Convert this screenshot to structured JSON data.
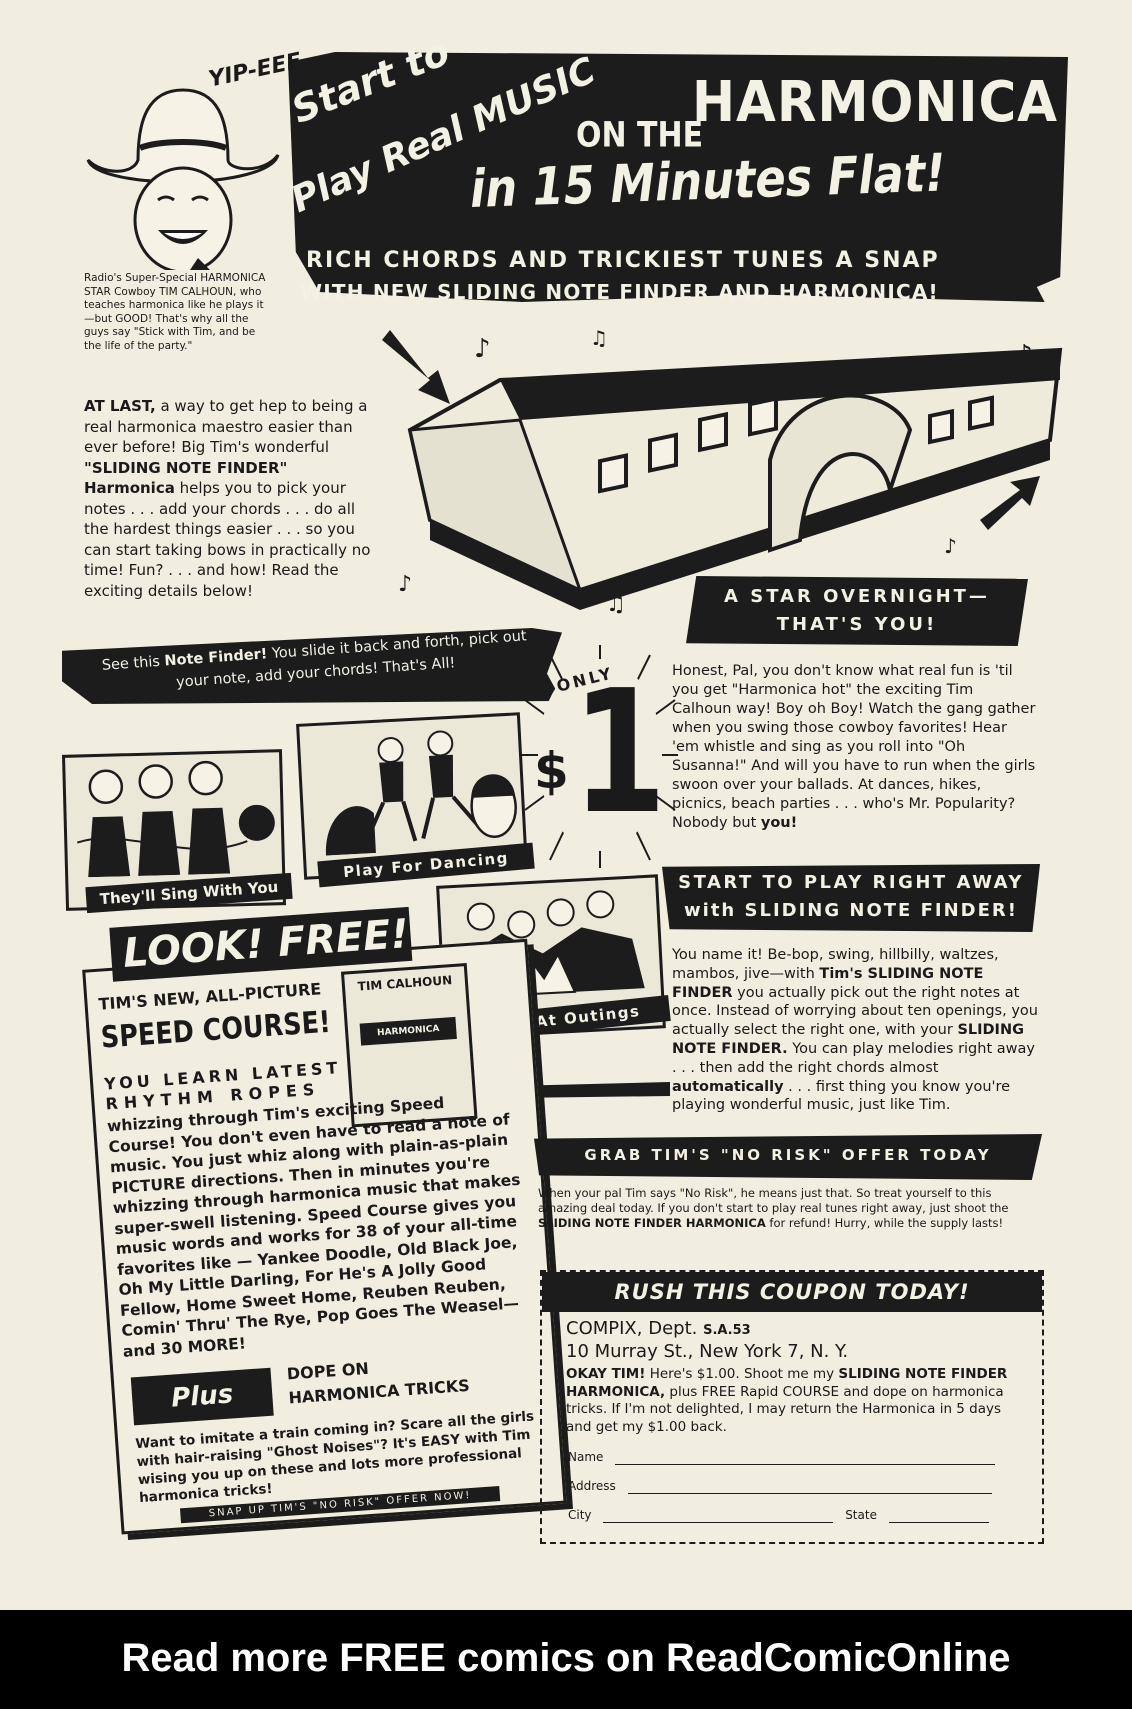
{
  "header": {
    "yip": "YIP-EEE",
    "start_to": "Start to",
    "play_real_music": "Play Real MUSIC",
    "on_the": "ON THE",
    "harmonica": "HARMONICA",
    "in_15": "in 15 Minutes Flat!",
    "sub1": "RICH CHORDS AND TRICKIEST TUNES A SNAP",
    "sub2": "WITH NEW SLIDING NOTE FINDER AND HARMONICA!"
  },
  "cowboy_caption": "Radio's Super-Special HARMONICA STAR Cowboy TIM CALHOUN, who teaches harmonica like he plays it—but GOOD! That's why all the guys say \"Stick with Tim, and be the life of the party.\"",
  "intro": {
    "lead": "AT LAST,",
    "t1": " a way to get hep to being a real harmonica maestro easier than ever before! Big Tim's wonderful ",
    "product": "\"SLIDING NOTE FINDER\" Harmonica",
    "t2": " helps you to pick your notes . . . add your chords . . . do all the hardest things easier . . . so you can start taking bows in practically no time! Fun? . . . and how! Read the exciting details below!"
  },
  "note_finder_banner": {
    "pre": "See this ",
    "bold": "Note Finder!",
    "post": " You slide it back and forth, pick out your note, add your chords! That's All!"
  },
  "price": {
    "only": "ONLY",
    "currency": "$",
    "amount": "1"
  },
  "star_overnight": {
    "title1": "A STAR OVERNIGHT—",
    "title2": "THAT'S YOU!",
    "body": "Honest, Pal, you don't know what real fun is 'til you get \"Harmonica hot\" the exciting Tim Calhoun way! Boy oh Boy! Watch the gang gather when you swing those cowboy favorites! Hear 'em whistle and sing as you roll into \"Oh Susanna!\" And will you have to run when the girls swoon over your ballads. At dances, hikes, picnics, beach parties . . . who's Mr. Popularity? Nobody but ",
    "body_bold": "you!"
  },
  "panels": {
    "sing": "They'll Sing With You",
    "dance": "Play For Dancing",
    "outings": "Star At Outings"
  },
  "start_right_away": {
    "title1": "START TO PLAY RIGHT AWAY",
    "title2": "with SLIDING NOTE FINDER!",
    "b1": "You name it! Be-bop, swing, hillbilly, waltzes, mambos, jive—with ",
    "b1_bold": "Tim's SLIDING NOTE FINDER",
    "b2": " you actually pick out the right notes at once. Instead of worrying about ten openings, you actually select the right one, with your ",
    "b2_bold": "SLIDING NOTE FINDER.",
    "b3": " You can play melodies right away . . . then add the right chords almost ",
    "b3_bold": "automatically",
    "b4": " . . . first thing you know you're playing wonderful music, just like Tim."
  },
  "free_course": {
    "look_free": "LOOK! FREE!",
    "tims_new": "TIM'S NEW, ALL-PICTURE",
    "speed_course": "SPEED COURSE!",
    "book_title": "TIM CALHOUN",
    "book_sub": "HARMONICA",
    "you_learn": "YOU LEARN LATEST",
    "rhythm": "RHYTHM ROPES",
    "body": "whizzing through Tim's exciting Speed Course! You don't even have to read a note of music. You just whiz along with plain-as-plain PICTURE directions. Then in minutes you're whizzing through harmonica music that makes super-swell listening. Speed Course gives you music words and works for 38 of your all-time favorites like — Yankee Doodle, Old Black Joe, Oh My Little Darling, For He's A Jolly Good Fellow, Home Sweet Home, Reuben Reuben, Comin' Thru' The Rye, Pop Goes The Weasel— and 30 MORE!",
    "plus_free": "Plus FREE",
    "dope1": "DOPE ON",
    "dope2": "HARMONICA TRICKS",
    "tricks": "Want to imitate a train coming in? Scare all the girls with hair-raising \"Ghost Noises\"? It's EASY with Tim wising you up on these and lots more professional harmonica tricks!",
    "snap_up": "SNAP UP TIM'S \"NO RISK\" OFFER NOW!"
  },
  "no_risk": {
    "title": "GRAB TIM'S \"NO RISK\" OFFER TODAY",
    "t1": "When your pal Tim says \"No Risk\", he means just that. So treat yourself to this amazing deal today. If you don't start to play real tunes right away, just shoot the ",
    "t1_bold": "SLIDING NOTE FINDER HARMONICA",
    "t2": " for refund! Hurry, while the supply lasts!"
  },
  "coupon": {
    "header": "RUSH THIS COUPON TODAY!",
    "company": "COMPIX, Dept. ",
    "dept": "S.A.53",
    "address": "10 Murray St., New York 7, N. Y.",
    "b_lead": "OKAY TIM!",
    "b1": " Here's $1.00. Shoot me my ",
    "b1_bold": "SLIDING NOTE FINDER HARMONICA,",
    "b2": " plus FREE Rapid COURSE and dope on harmonica tricks. If I'm not delighted, I may return the Harmonica in 5 days and get my $1.00 back.",
    "name_label": "Name",
    "address_label": "Address",
    "city_label": "City",
    "state_label": "State"
  },
  "footer": {
    "text": "Read more FREE comics on ReadComicOnline"
  }
}
